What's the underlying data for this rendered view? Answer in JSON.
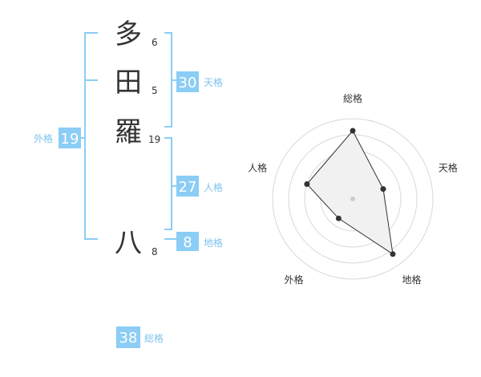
{
  "name": {
    "characters": [
      {
        "char": "多",
        "strokes": "6"
      },
      {
        "char": "田",
        "strokes": "5"
      },
      {
        "char": "羅",
        "strokes": "19"
      },
      {
        "char": "八",
        "strokes": "8"
      }
    ]
  },
  "kakaku": {
    "tenkaku": {
      "value": "30",
      "label": "天格"
    },
    "jinkaku": {
      "value": "27",
      "label": "人格"
    },
    "chikaku": {
      "value": "8",
      "label": "地格"
    },
    "gaikaku": {
      "value": "19",
      "label": "外格"
    },
    "soukaku": {
      "value": "38",
      "label": "総格"
    }
  },
  "colors": {
    "accent": "#8bcdf5",
    "bracket": "#8bcdf5",
    "label_text": "#7ec3ee",
    "char_text": "#333333",
    "stroke_text": "#333333",
    "badge_text": "#ffffff",
    "ring": "#d8d8d8",
    "polygon_fill": "#f1f1f1",
    "polygon_stroke": "#333333",
    "center_dot": "#cccccc"
  },
  "chart_data": {
    "type": "radar",
    "axes": [
      "総格",
      "天格",
      "地格",
      "外格",
      "人格"
    ],
    "values": [
      0.85,
      0.4,
      0.85,
      0.3,
      0.6
    ],
    "max": 1,
    "rings": 5
  }
}
